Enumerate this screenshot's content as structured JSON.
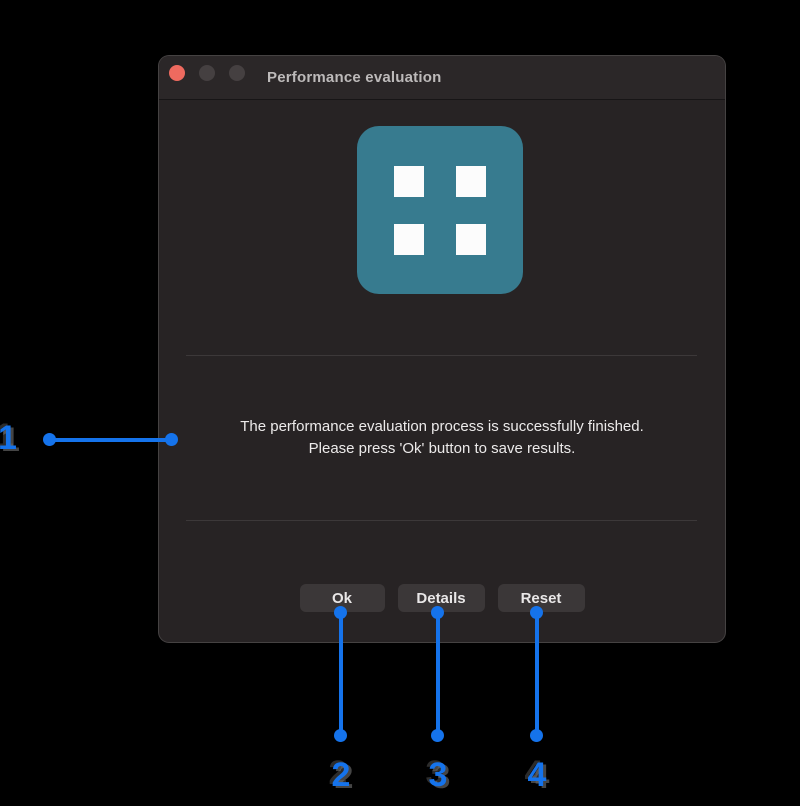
{
  "window": {
    "title": "Performance evaluation",
    "traffic_lights": [
      "close",
      "minimize",
      "zoom"
    ],
    "app_icon": {
      "name": "grid-app-icon",
      "color": "#377b8f",
      "square_color": "#fcfcfc"
    },
    "message_line1": "The performance evaluation process is successfully finished.",
    "message_line2": "Please press 'Ok' button to save results.",
    "buttons": [
      {
        "label": "Ok"
      },
      {
        "label": "Details"
      },
      {
        "label": "Reset"
      }
    ]
  },
  "colors": {
    "background": "#000000",
    "window_background": "#272324",
    "close_button_red": "#ee6a5f",
    "annotation_blue": "#1573eb"
  },
  "annotations": {
    "items": [
      {
        "number": "1",
        "target": "message-area"
      },
      {
        "number": "2",
        "target": "ok-button"
      },
      {
        "number": "3",
        "target": "details-button"
      },
      {
        "number": "4",
        "target": "reset-button"
      }
    ]
  }
}
